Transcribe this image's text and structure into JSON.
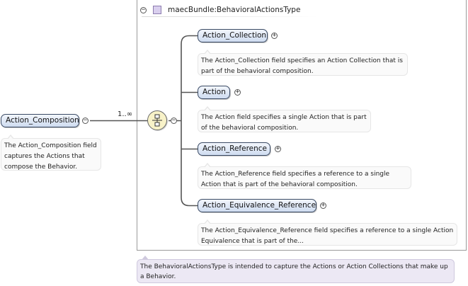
{
  "type": {
    "name": "maecBundle:BehavioralActionsType",
    "doc": "The BehavioralActionsType is intended to capture the Actions or Action Collections that make up a Behavior."
  },
  "root": {
    "label": "Action_Composition",
    "doc": "The Action_Composition field captures the Actions that compose the Behavior.",
    "cardinality": "1..∞"
  },
  "children": [
    {
      "label": "Action_Collection",
      "doc": "The Action_Collection field specifies an Action Collection that is part of the behavioral composition."
    },
    {
      "label": "Action",
      "doc": "The Action field specifies a single Action that is part of the behavioral composition."
    },
    {
      "label": "Action_Reference",
      "doc": "The Action_Reference field specifies a reference to a single Action that is part of the behavioral composition."
    },
    {
      "label": "Action_Equivalence_Reference",
      "doc": "The Action_Equivalence_Reference field specifies a reference to a single Action Equivalence that is part of the..."
    }
  ],
  "icons": {
    "collapse": "−",
    "expand": "+"
  },
  "colors": {
    "node_fill_top": "#f2f6fc",
    "node_fill_bottom": "#cfdcf0",
    "type_doc_bg": "#ece8f4",
    "sequence_fill": "#f8f2c8"
  }
}
